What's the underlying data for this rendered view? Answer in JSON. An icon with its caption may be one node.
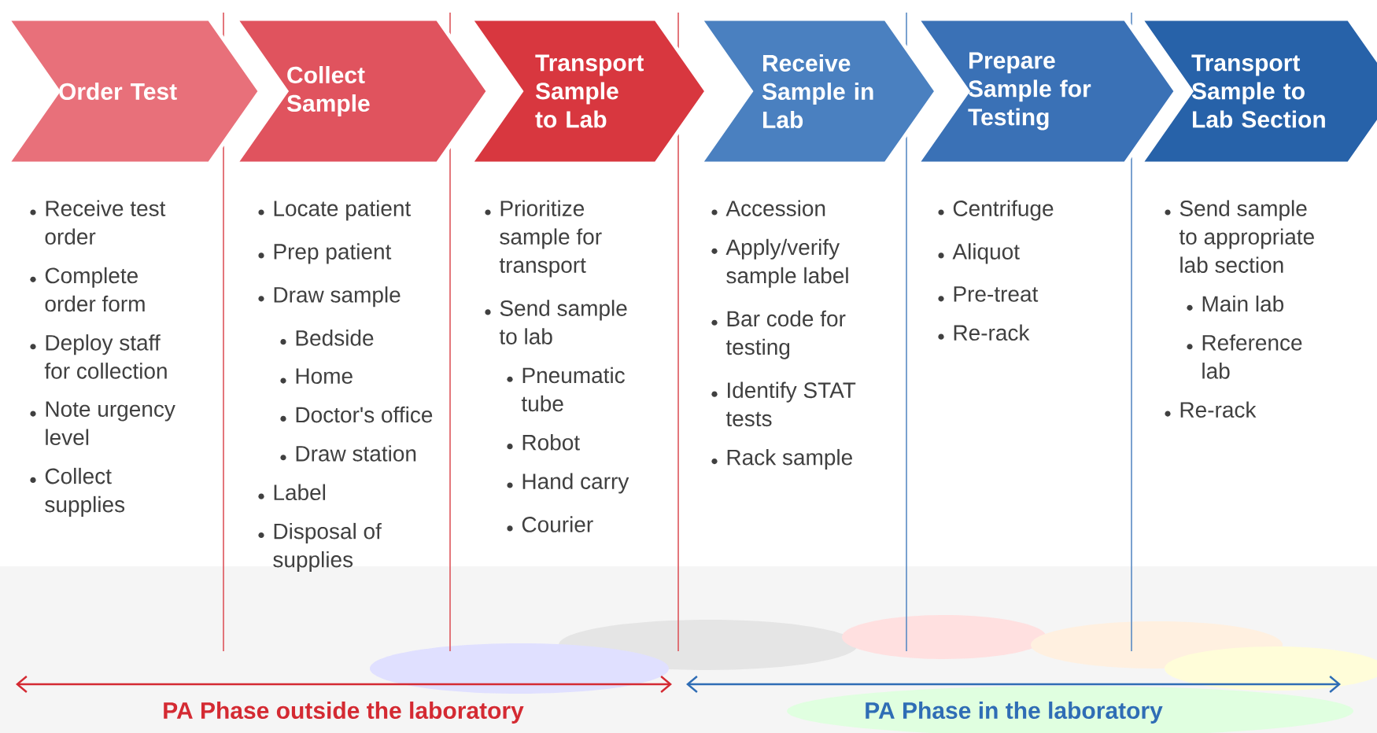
{
  "diagram": {
    "nodes": [
      {
        "text": [
          "Order Test"
        ],
        "beside": [
          "Receive test order",
          "Complete order form",
          "Deploy staff for collection",
          "Note urgency level",
          "Collect supplies"
        ]
      },
      {
        "text": [
          "Collect Sample"
        ],
        "beside": [
          "Locate patient",
          "Prep patient",
          "Draw sample",
          "Bedside",
          "Home",
          "Doctor's office",
          "Draw station",
          "Label",
          "Disposal of supplies"
        ]
      },
      {
        "text": [
          "Transport Sample to Lab"
        ],
        "beside": [
          "Prioritize sample for transport",
          "Send sample to lab",
          "Pneumatic tube",
          "Robot",
          "Hand carry",
          "Courier"
        ]
      },
      {
        "text": [
          "Receive Sample in Lab"
        ],
        "beside": [
          "Accession",
          "Apply/verify sample label",
          "Bar code for testing",
          "Identify STAT tests",
          "Rack sample"
        ]
      },
      {
        "text": [
          "Prepare Sample for Testing"
        ],
        "beside": [
          "Centrifuge",
          "Aliquot",
          "Pre-treat",
          "Re-rack"
        ]
      },
      {
        "text": [
          "Transport Sample to Lab Section"
        ],
        "beside": [
          "Send sample to appropriate lab section",
          "Main lab",
          "Reference lab",
          "Re-rack"
        ]
      }
    ],
    "labels": [
      "PA Phase outside the laboratory",
      "PA Phase in the laboratory"
    ]
  }
}
